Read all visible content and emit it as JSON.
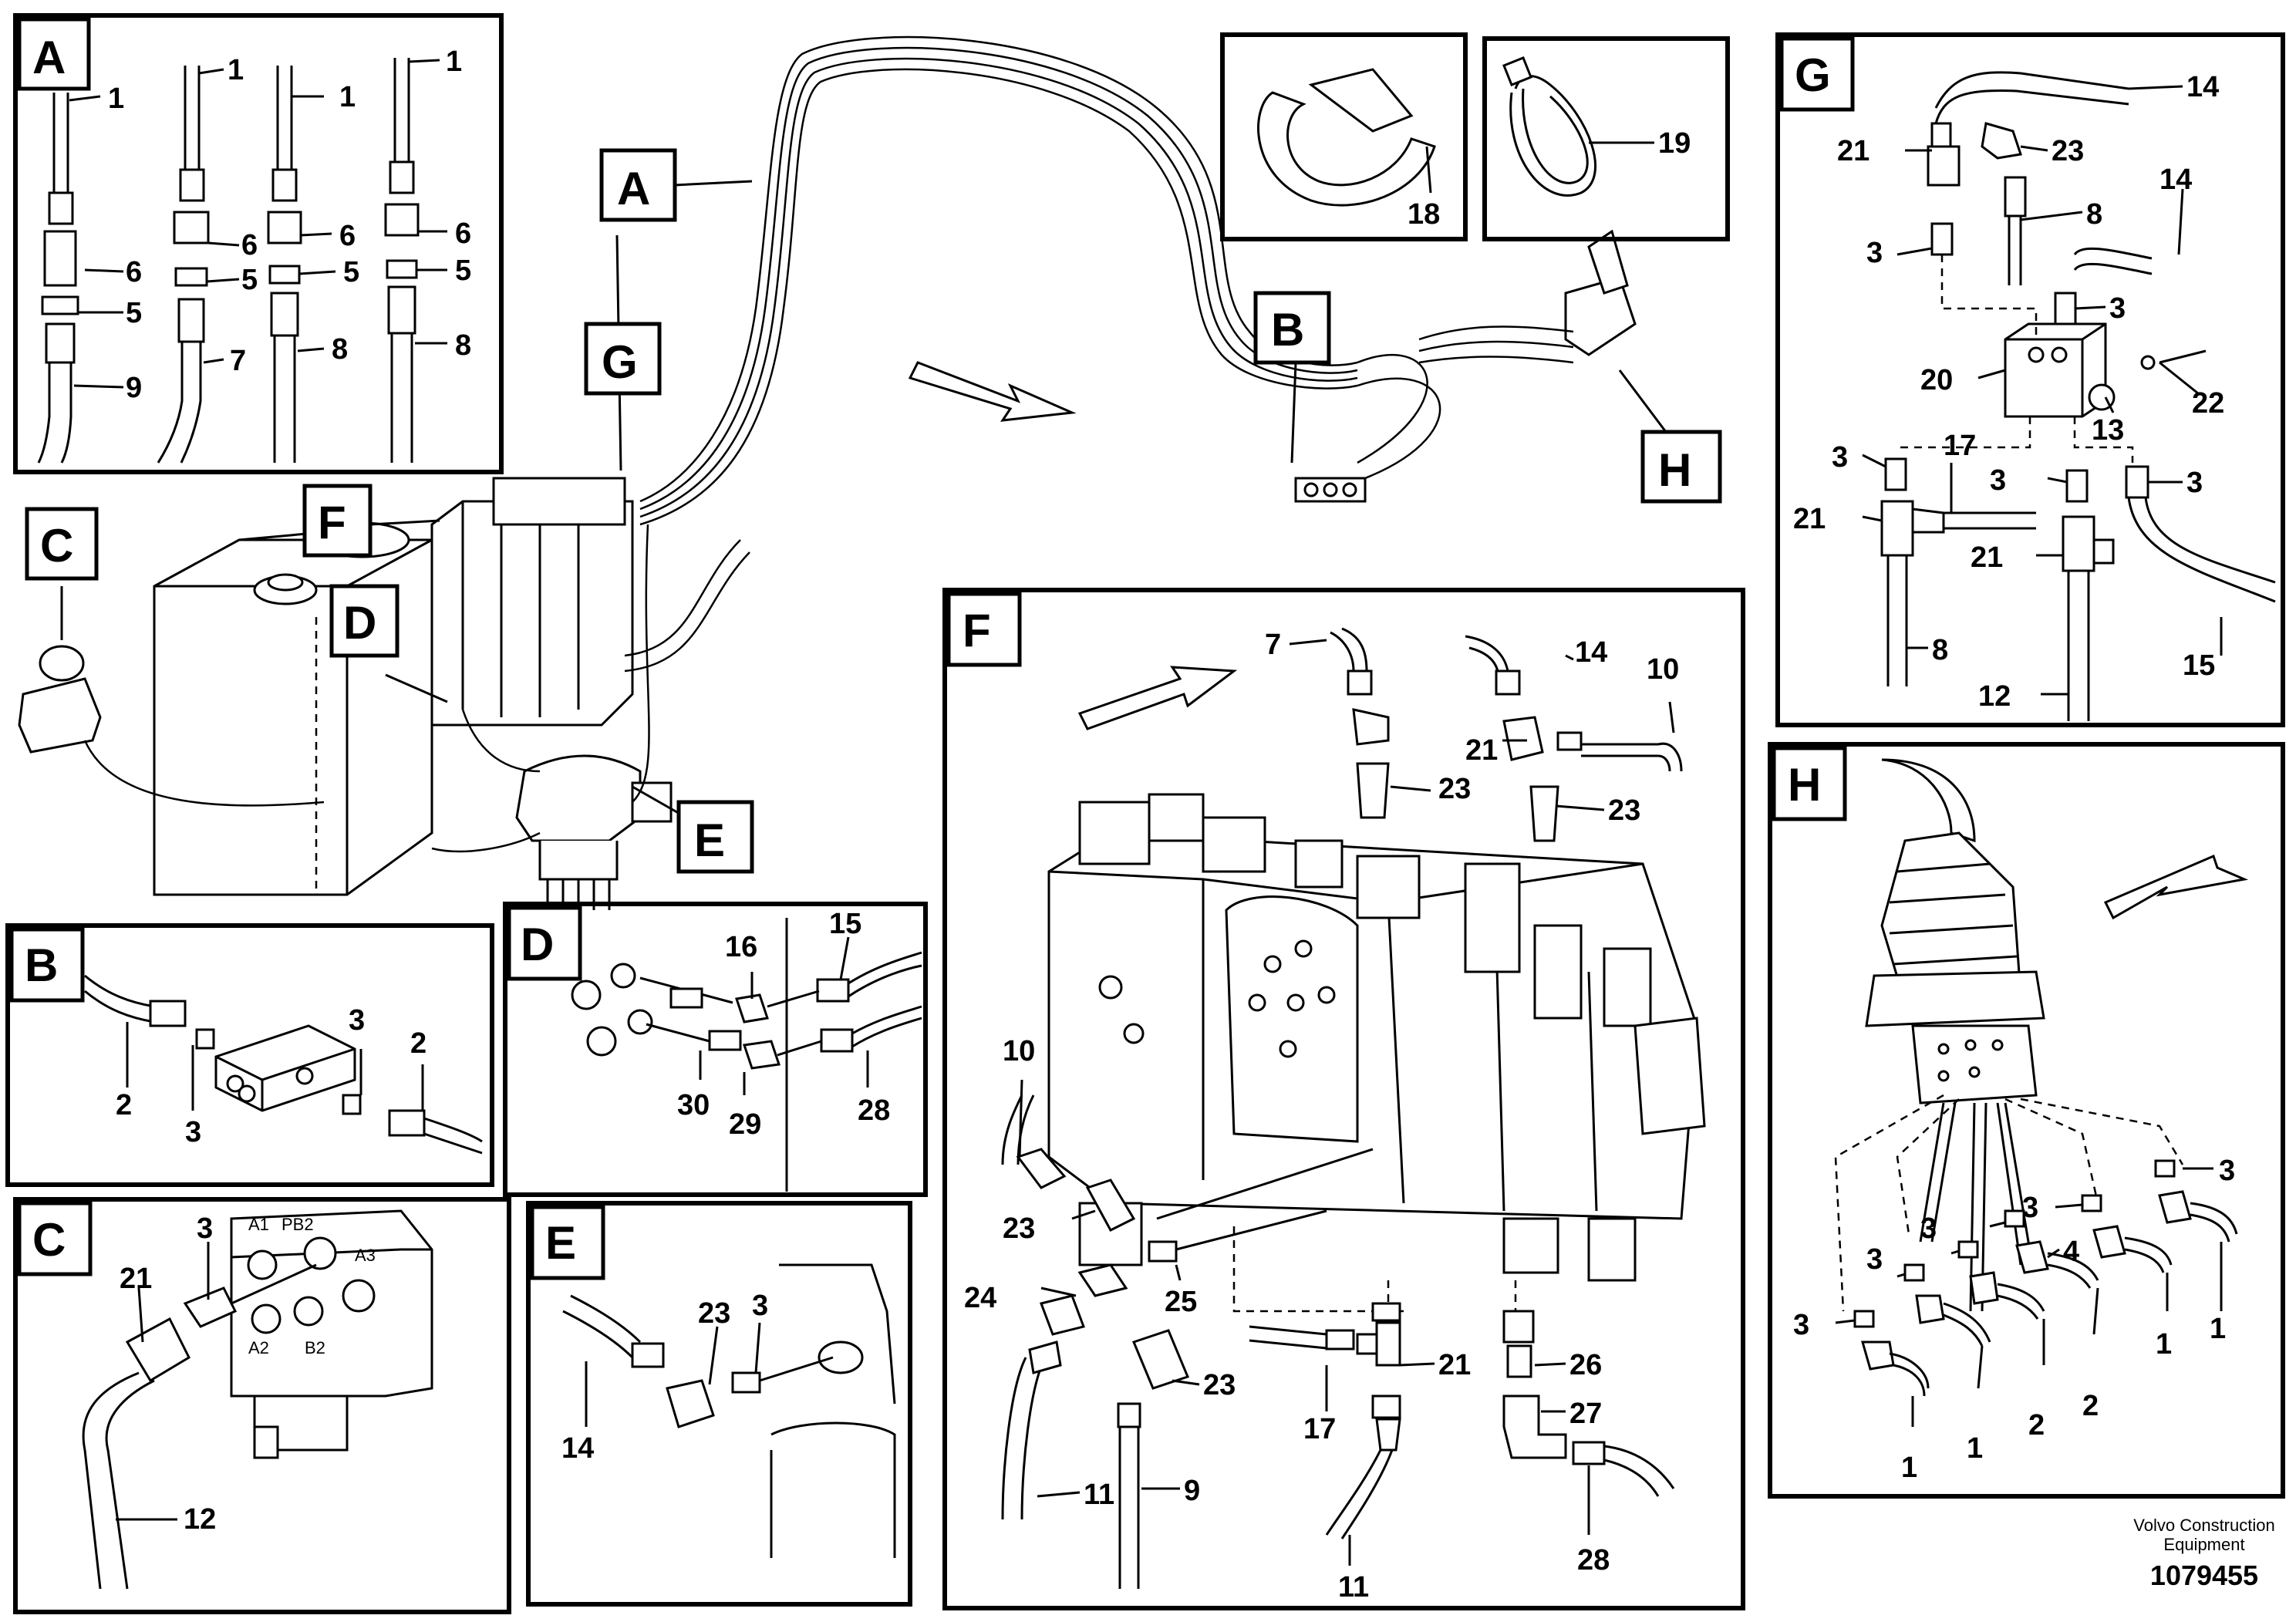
{
  "callouts": {
    "A": "A",
    "B": "B",
    "C": "C",
    "D": "D",
    "E": "E",
    "F": "F",
    "G": "G",
    "H": "H"
  },
  "panels": {
    "A": {
      "tag": "A",
      "labels": [
        "1",
        "1",
        "1",
        "1",
        "6",
        "6",
        "6",
        "6",
        "5",
        "5",
        "5",
        "5",
        "9",
        "7",
        "8",
        "8"
      ]
    },
    "B": {
      "tag": "B",
      "labels": [
        "2",
        "3",
        "3",
        "2"
      ]
    },
    "C": {
      "tag": "C",
      "labels": [
        "3",
        "21",
        "12"
      ],
      "port_labels": [
        "A1",
        "PB2",
        "A3",
        "A2",
        "B2"
      ]
    },
    "D": {
      "tag": "D",
      "labels": [
        "16",
        "15",
        "30",
        "29",
        "28"
      ]
    },
    "E": {
      "tag": "E",
      "labels": [
        "23",
        "3",
        "14"
      ]
    },
    "F": {
      "tag": "F",
      "labels": [
        "7",
        "14",
        "10",
        "23",
        "21",
        "23",
        "10",
        "23",
        "24",
        "25",
        "23",
        "17",
        "21",
        "26",
        "27",
        "9",
        "11",
        "11",
        "28"
      ]
    },
    "G": {
      "tag": "G",
      "labels": [
        "14",
        "21",
        "23",
        "14",
        "8",
        "3",
        "3",
        "22",
        "20",
        "13",
        "3",
        "17",
        "3",
        "3",
        "21",
        "21",
        "8",
        "12",
        "15"
      ]
    },
    "H": {
      "tag": "H",
      "labels": [
        "3",
        "3",
        "3",
        "4",
        "3",
        "3",
        "1",
        "1",
        "2",
        "2",
        "1",
        "1"
      ]
    },
    "clip18": {
      "label": "18"
    },
    "clip19": {
      "label": "19"
    }
  },
  "footer": {
    "company": "Volvo Construction",
    "company_line2": "Equipment",
    "part_number": "1079455"
  }
}
